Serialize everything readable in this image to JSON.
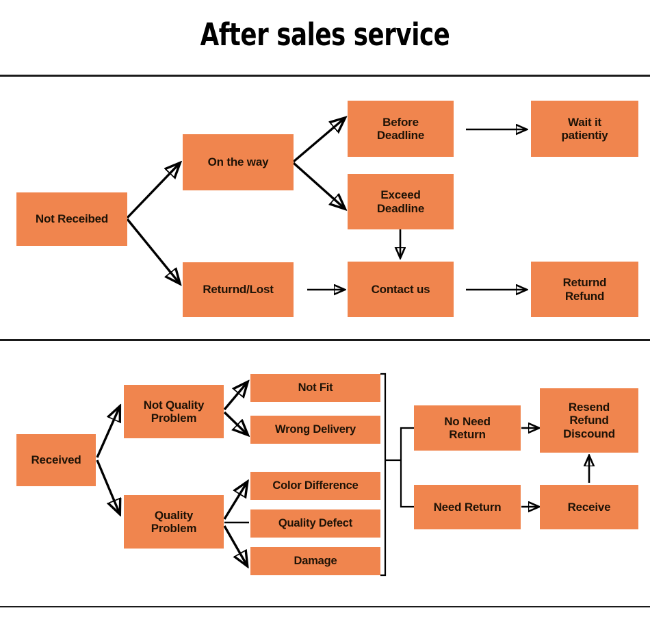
{
  "page": {
    "title": "After sales service",
    "accent_color": "#F0854E",
    "text_color": "#1d1206",
    "line_color": "#000000",
    "background": "#ffffff"
  },
  "diagram": {
    "type": "flowchart",
    "sections": [
      {
        "id": "not-received",
        "root": "Not Receibed",
        "nodes": [
          {
            "id": "not-receibed",
            "label": "Not Receibed"
          },
          {
            "id": "on-the-way",
            "label": "On the way"
          },
          {
            "id": "returnd-lost",
            "label": "Returnd/Lost"
          },
          {
            "id": "before-deadline",
            "label": "Before\nDeadline",
            "line1": "Before",
            "line2": "Deadline"
          },
          {
            "id": "exceed-deadline",
            "label": "Exceed\nDeadline",
            "line1": "Exceed",
            "line2": "Deadline"
          },
          {
            "id": "wait-patiently",
            "label": "Wait it\npatientiy",
            "line1": "Wait it",
            "line2": "patientiy"
          },
          {
            "id": "contact-us",
            "label": "Contact us"
          },
          {
            "id": "returnd-refund",
            "label": "Returnd\nRefund",
            "line1": "Returnd",
            "line2": "Refund"
          }
        ],
        "edges": [
          {
            "from": "not-receibed",
            "to": "on-the-way"
          },
          {
            "from": "not-receibed",
            "to": "returnd-lost"
          },
          {
            "from": "on-the-way",
            "to": "before-deadline"
          },
          {
            "from": "on-the-way",
            "to": "exceed-deadline"
          },
          {
            "from": "before-deadline",
            "to": "wait-patiently"
          },
          {
            "from": "exceed-deadline",
            "to": "contact-us"
          },
          {
            "from": "returnd-lost",
            "to": "contact-us"
          },
          {
            "from": "contact-us",
            "to": "returnd-refund"
          }
        ]
      },
      {
        "id": "received",
        "root": "Received",
        "nodes": [
          {
            "id": "received",
            "label": "Received"
          },
          {
            "id": "not-quality",
            "label": "Not Quality\nProblem",
            "line1": "Not Quality",
            "line2": "Problem"
          },
          {
            "id": "quality-problem",
            "label": "Quality\nProblem",
            "line1": "Quality",
            "line2": "Problem"
          },
          {
            "id": "not-fit",
            "label": "Not Fit"
          },
          {
            "id": "wrong-delivery",
            "label": "Wrong Delivery"
          },
          {
            "id": "color-difference",
            "label": "Color Difference"
          },
          {
            "id": "quality-defect",
            "label": "Quality Defect"
          },
          {
            "id": "damage",
            "label": "Damage"
          },
          {
            "id": "no-need-return",
            "label": "No Need\nReturn",
            "line1": "No Need",
            "line2": "Return"
          },
          {
            "id": "need-return",
            "label": "Need Return"
          },
          {
            "id": "resend-refund",
            "label": "Resend\nRefund\nDiscound",
            "line1": "Resend",
            "line2": "Refund",
            "line3": "Discound"
          },
          {
            "id": "receive",
            "label": "Receive"
          }
        ],
        "edges": [
          {
            "from": "received",
            "to": "not-quality"
          },
          {
            "from": "received",
            "to": "quality-problem"
          },
          {
            "from": "not-quality",
            "to": "not-fit"
          },
          {
            "from": "not-quality",
            "to": "wrong-delivery"
          },
          {
            "from": "quality-problem",
            "to": "color-difference"
          },
          {
            "from": "quality-problem",
            "to": "quality-defect"
          },
          {
            "from": "quality-problem",
            "to": "damage"
          },
          {
            "from": "all-reasons",
            "to": "no-need-return"
          },
          {
            "from": "all-reasons",
            "to": "need-return"
          },
          {
            "from": "no-need-return",
            "to": "resend-refund"
          },
          {
            "from": "need-return",
            "to": "receive"
          },
          {
            "from": "receive",
            "to": "resend-refund"
          }
        ]
      }
    ]
  }
}
